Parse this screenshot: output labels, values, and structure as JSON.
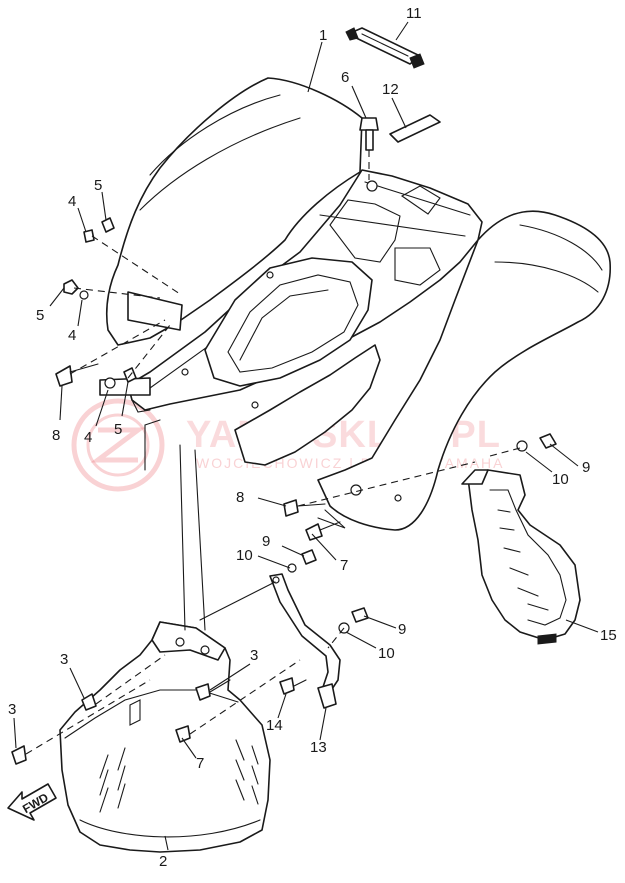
{
  "watermark": {
    "brand": "YAMA-SKLEP.PL",
    "dealer": "WOJCIECHOWICZ | DEALER YAMAHA"
  },
  "direction_label": "FWD",
  "callouts": [
    {
      "id": "c1",
      "text": "1"
    },
    {
      "id": "c2",
      "text": "2"
    },
    {
      "id": "c3a",
      "text": "3"
    },
    {
      "id": "c3b",
      "text": "3"
    },
    {
      "id": "c3c",
      "text": "3"
    },
    {
      "id": "c4a",
      "text": "4"
    },
    {
      "id": "c4b",
      "text": "4"
    },
    {
      "id": "c4c",
      "text": "4"
    },
    {
      "id": "c5a",
      "text": "5"
    },
    {
      "id": "c5b",
      "text": "5"
    },
    {
      "id": "c5c",
      "text": "5"
    },
    {
      "id": "c6",
      "text": "6"
    },
    {
      "id": "c7a",
      "text": "7"
    },
    {
      "id": "c7b",
      "text": "7"
    },
    {
      "id": "c8a",
      "text": "8"
    },
    {
      "id": "c8b",
      "text": "8"
    },
    {
      "id": "c9a",
      "text": "9"
    },
    {
      "id": "c9b",
      "text": "9"
    },
    {
      "id": "c9c",
      "text": "9"
    },
    {
      "id": "c10a",
      "text": "10"
    },
    {
      "id": "c10b",
      "text": "10"
    },
    {
      "id": "c10c",
      "text": "10"
    },
    {
      "id": "c11",
      "text": "11"
    },
    {
      "id": "c12",
      "text": "12"
    },
    {
      "id": "c13",
      "text": "13"
    },
    {
      "id": "c14",
      "text": "14"
    },
    {
      "id": "c15",
      "text": "15"
    }
  ]
}
